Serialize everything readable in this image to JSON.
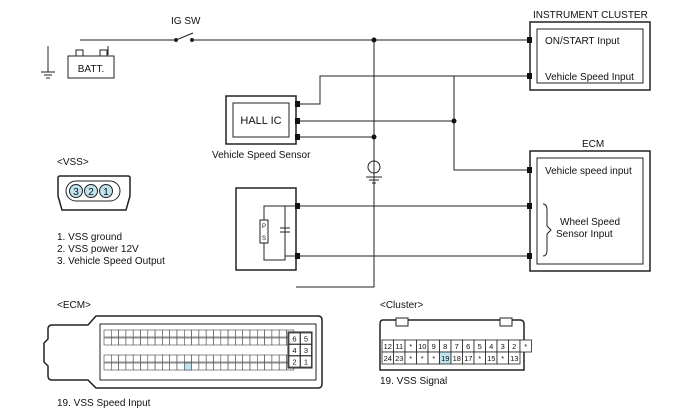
{
  "labels": {
    "ig_sw": "IG SW",
    "battery": "BATT.",
    "instrument_cluster": "INSTRUMENT CLUSTER",
    "on_start_input": "ON/START Input",
    "vehicle_speed_input_cluster": "Vehicle Speed Input",
    "hall_ic": "HALL IC",
    "vehicle_speed_sensor": "Vehicle Speed Sensor",
    "ecm_title": "ECM",
    "vehicle_speed_input_ecm": "Vehicle speed input",
    "wheel_speed_line1": "Wheel Speed",
    "wheel_speed_line2": "Sensor Input",
    "vss_title": "<VSS>",
    "ecm_connector_title": "<ECM>",
    "cluster_connector_title": "<Cluster>",
    "sensor_p": "P",
    "sensor_s": "S"
  },
  "vss": {
    "pins": [
      "3",
      "2",
      "1"
    ],
    "legend": [
      "1. VSS ground",
      "2. VSS power 12V",
      "3. Vehicle Speed Output"
    ]
  },
  "ecm_connector": {
    "note": "19. VSS Speed Input",
    "side_pins": [
      [
        "6",
        "5"
      ],
      [
        "4",
        "3"
      ],
      [
        "2",
        "1"
      ]
    ]
  },
  "cluster_connector": {
    "note": "19. VSS Signal",
    "top_row": [
      "12",
      "11",
      "*",
      "10",
      "9",
      "8",
      "7",
      "6",
      "5",
      "4",
      "3",
      "2",
      "*"
    ],
    "bottom_row": [
      "24",
      "23",
      "*",
      "*",
      "*",
      "19",
      "18",
      "17",
      "*",
      "15",
      "*",
      "13"
    ],
    "highlight": "19",
    "highlight_color": "#bfe3ef"
  }
}
